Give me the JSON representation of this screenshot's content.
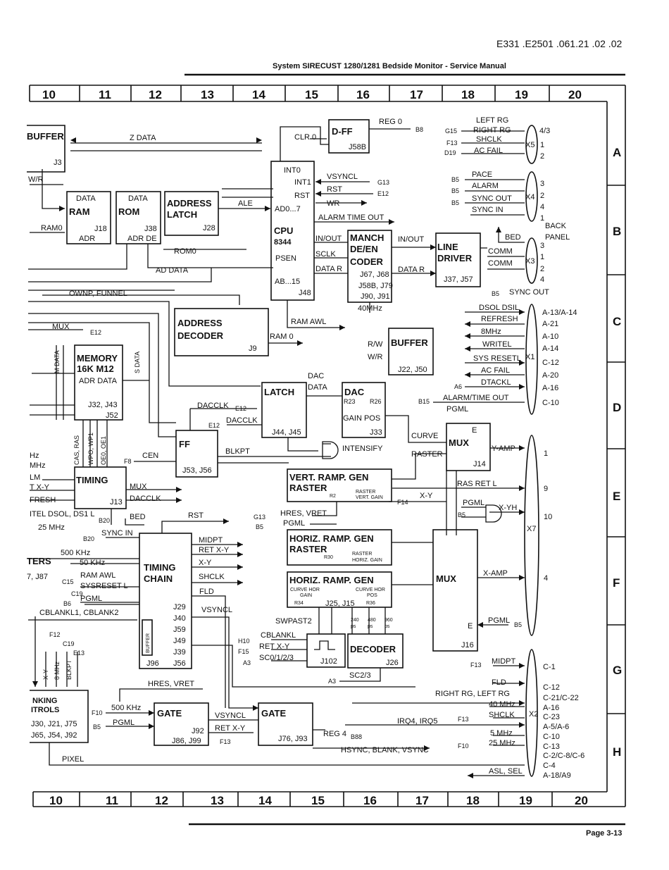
{
  "header": {
    "doc_id": "E331 .E2501 .061.21 .02 .02",
    "title": "System SIRECUST 1280/1281 Bedside Monitor - Service Manual"
  },
  "footer": {
    "page": "Page 3-13"
  },
  "grid": {
    "columns": [
      "10",
      "11",
      "12",
      "13",
      "14",
      "15",
      "16",
      "17",
      "18",
      "19",
      "20"
    ],
    "rows": [
      "A",
      "B",
      "C",
      "D",
      "E",
      "F",
      "G",
      "H"
    ]
  },
  "blocks": {
    "buffer_top": "BUFFER",
    "buffer_top_ref": "J3",
    "ram": {
      "data": "DATA",
      "name": "RAM",
      "ref": "J18",
      "adr": "ADR"
    },
    "rom": {
      "data": "DATA",
      "name": "ROM",
      "ref": "J38",
      "adr": "ADR DE"
    },
    "address_latch": {
      "name1": "ADDRESS",
      "name2": "LATCH",
      "ref": "J28"
    },
    "cpu": {
      "int0": "INT0",
      "int1": "INT1",
      "rst": "RST",
      "ad": "AD0...7",
      "name": "CPU",
      "model": "8344",
      "psen": "PSEN",
      "ab": "AB...15",
      "ref": "J48"
    },
    "dff": {
      "name": "D-FF",
      "ref": "J58B"
    },
    "manch": {
      "l1": "MANCH",
      "l2": "DE/EN",
      "l3": "CODER",
      "ref1": "J67, J68",
      "ref2": "J58B, J79",
      "ref3": "J90, J91"
    },
    "line_driver": {
      "l1": "LINE",
      "l2": "DRIVER",
      "ref": "J37, J57"
    },
    "address_decoder": {
      "l1": "ADDRESS",
      "l2": "DECODER",
      "ref": "J9"
    },
    "buffer_mid": {
      "name": "BUFFER",
      "ref": "J22, J50"
    },
    "memory": {
      "l1": "MEMORY",
      "l2": "16K M12",
      "l3": "ADR DATA",
      "ref1": "J32, J43",
      "ref2": "J52"
    },
    "latch": {
      "name": "LATCH",
      "ref": "J44, J45"
    },
    "dac": {
      "name": "DAC",
      "r23": "R23",
      "r26": "R26",
      "gp": "GAIN POS",
      "ref": "J33"
    },
    "ff": {
      "name": "FF",
      "ref": "J53, J56"
    },
    "mux_top": {
      "e": "E",
      "name": "MUX",
      "ref": "J14"
    },
    "timing": {
      "name": "TIMING",
      "ref": "J13"
    },
    "vert_ramp": {
      "l1": "VERT. RAMP. GEN",
      "l2": "RASTER",
      "pot": "R2",
      "pot_lbl1": "RASTER",
      "pot_lbl2": "VERT. GAIN"
    },
    "horiz_ramp1": {
      "l1": "HORIZ. RAMP. GEN",
      "l2": "RASTER",
      "pot": "R30",
      "pot_lbl1": "RASTER",
      "pot_lbl2": "HORIZ. GAIN"
    },
    "horiz_ramp2": {
      "l1": "HORIZ. RAMP. GEN",
      "c1": "CURVE HOR",
      "c1b": "GAIN",
      "c2": "CURVE HOR",
      "c2b": "POS",
      "r1": "R34",
      "refs": "J25, J15",
      "r2": "R36"
    },
    "timing_chain": {
      "l1": "TIMING",
      "l2": "CHAIN",
      "pins": [
        "J29",
        "J40",
        "J59",
        "J49",
        "J39",
        "J56"
      ],
      "buf": "BUFFER",
      "ref": "J96"
    },
    "mux_bottom": {
      "name": "MUX",
      "e": "E",
      "ref": "J16"
    },
    "monoflop": {
      "ref": "J102"
    },
    "decoder": {
      "name": "DECODER",
      "ref": "J26"
    },
    "blanking": {
      "l1": "NKING",
      "l2": "ITROLS",
      "ref1": "J30, J21, J75",
      "ref2": "J65, J54, J92"
    },
    "gate1": {
      "name": "GATE",
      "ref1": "J92",
      "ref2": "J86, J99"
    },
    "gate2": {
      "name": "GATE",
      "ref": "J76, J93"
    }
  },
  "signals": {
    "z_data": "Z DATA",
    "w_r": "W/R",
    "ramo": "RAM0",
    "romo": "ROM0",
    "ad_data": "AD DATA",
    "ale": "ALE",
    "ownp": "OWNP, FUNNEL",
    "clr0": "CLR 0",
    "reg0": "REG 0",
    "b8": "B8",
    "vsyncl": "VSYNCL",
    "g13": "G13",
    "rst": "RST",
    "e12": "E12",
    "wr": "WR",
    "alarm_time_out": "ALARM TIME OUT",
    "in_out": "IN/OUT",
    "sclk": "SCLK",
    "data_r": "DATA R",
    "mhz40": "40MHz",
    "ram_awl": "RAM AWL",
    "ram0": "RAM 0",
    "mux": "MUX",
    "m_data": "M DATA",
    "s_data": "S DATA",
    "r_w": "R/W",
    "w_r2": "W/R",
    "dac_data": "DAC",
    "dac_data2": "DATA",
    "dacclk": "DACCLK",
    "e12b": "E12",
    "e12c": "E12",
    "cen": "CEN",
    "f8": "F8",
    "blkpt": "BLKPT",
    "intensify": "INTENSIFY",
    "curve": "CURVE",
    "raster": "RASTER",
    "y_amp": "Y-AMP",
    "ras_ret_l": "RAS RET L",
    "x_y": "X-Y",
    "f14": "F14",
    "pgml": "PGML",
    "b5": "B5",
    "x_yh": "X-YH",
    "hres_vret": "HRES, VRET",
    "g13b": "G13",
    "b5b": "B5",
    "pgml2": "PGML",
    "cas_ras": "CAS, RAS",
    "wpo_wp1": "WPO, WP1",
    "oe0_oe1": "OE0, OE1",
    "hz": "Hz",
    "mhz": "MHz",
    "lm": "LM",
    "txy": "T X-Y",
    "fresh": "FRESH",
    "dsol": "ITEL DSOL, DS1 L",
    "mux2": "MUX",
    "dacclk2": "DACCLK",
    "bed": "BED",
    "b20": "B20",
    "rst2": "RST",
    "mhz25": "25 MHz",
    "sync_in": "SYNC IN",
    "b20b": "B20",
    "khz500": "500 KHz",
    "mhz50": "50 KHz",
    "ters": "TERS",
    "j87": "7, J87",
    "c15": "C15",
    "ram_awl2": "RAM AWL",
    "c19": "C19",
    "sysreset": "SYSRESET L",
    "b6": "B6",
    "pgml3": "PGML",
    "cblank": "CBLANKL1, CBLANK2",
    "midpt": "MIDPT",
    "ret_xy": "RET X-Y",
    "xy2": "X-Y",
    "shclk": "SHCLK",
    "fld": "FLD",
    "vsyncl2": "VSYNCL",
    "swpast2": "SWPAST2",
    "cblankl": "CBLANKL",
    "ret_xy2": "RET X-Y",
    "sc012": "SC0/1/2/3",
    "h10": "H10",
    "f15": "F15",
    "a3": "A3",
    "ps240": "240",
    "ps480": "480",
    "ps960": "960",
    "ps": "ps",
    "sc23": "SC2/3",
    "a3b": "A3",
    "x_amp": "X-AMP",
    "pgml4": "PGML",
    "b5c": "B5",
    "f12": "F12",
    "c19b": "C19",
    "e13": "E13",
    "xy3": "X-Y",
    "mhz8": "8 MHz",
    "blkpt2": "BLKPT",
    "hres_vret2": "HRES, VRET",
    "f10": "F10",
    "khz500b": "500 KHz",
    "b5d": "B5",
    "pgml5": "PGML",
    "vsyncl3": "VSYNCL",
    "ret_xy3": "RET X-Y",
    "f13": "F13",
    "irq": "IRQ4, IRQ5",
    "reg4": "REG 4",
    "b88": "B88",
    "hsync": "HSYNC, BLANK, VSYNC",
    "pixel": "PIXEL",
    "midpt2": "MIDPT",
    "f13b": "F13",
    "fld2": "FLD",
    "right_rg": "RIGHT RG, LEFT RG",
    "mhz40b": "40 MHz",
    "shclk2": "SHCLK",
    "f13c": "F13",
    "mhz5": "5 MHz",
    "mhz25b": "25 MHz",
    "f10b": "F10",
    "asl_sel": "ASL, SEL"
  },
  "connectors": {
    "x5": {
      "name": "X5",
      "left_rg": "LEFT RG",
      "right_rg": "RIGHT RG",
      "shclk": "SHCLK",
      "ac_fail": "AC FAIL",
      "pins_in": [
        "G15",
        "F13",
        "D19"
      ],
      "pins": [
        "4/3",
        "1",
        "2"
      ]
    },
    "x4": {
      "name": "X4",
      "pace": "PACE",
      "alarm": "ALARM",
      "sync_out": "SYNC OUT",
      "sync_in": "SYNC IN",
      "pins_in": [
        "B5",
        "B5",
        "B5"
      ],
      "pins": [
        "3",
        "2",
        "4",
        "1"
      ]
    },
    "x3": {
      "name": "X3",
      "bed": "BED",
      "comm1": "COMM",
      "comm2": "COMM",
      "pins": [
        "3",
        "1",
        "2",
        "4"
      ],
      "back": "BACK",
      "panel": "PANEL",
      "sync_out": "SYNC OUT",
      "b5": "B5"
    },
    "x1": {
      "name": "X1",
      "signals": [
        "DSOL DSIL",
        "REFRESH",
        "8MHz",
        "WRITEL",
        "SYS RESETL",
        "AC FAIL",
        "DTACKL",
        "ALARM/TIME OUT",
        "PGML"
      ],
      "pins": [
        "A-13/A-14",
        "A-21",
        "A-10",
        "A-14",
        "C-12",
        "A-20",
        "A-16",
        "C-10"
      ],
      "a6": "A6",
      "b15": "B15"
    },
    "x7": {
      "name": "X7",
      "pins": [
        "1",
        "9",
        "10",
        "4"
      ]
    },
    "x2": {
      "name": "X2",
      "pins": [
        "C-1",
        "C-12",
        "C-21/C-22",
        "A-16",
        "C-23",
        "A-5/A-6",
        "C-10",
        "C-13",
        "C-2/C-8/C-6",
        "C-4",
        "A-18/A9"
      ]
    }
  }
}
